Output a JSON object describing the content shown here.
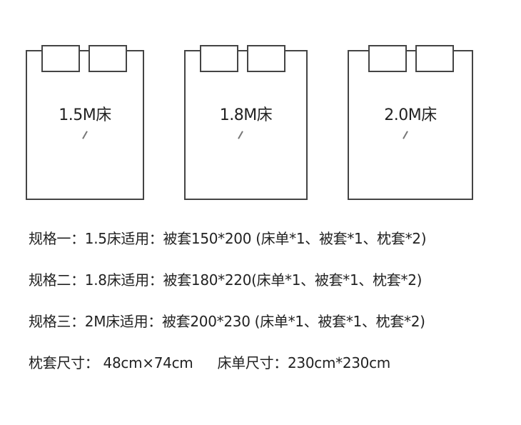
{
  "beds": [
    {
      "label": "1.5M床"
    },
    {
      "label": "1.8M床"
    },
    {
      "label": "2.0M床"
    }
  ],
  "specs": [
    "规格一：1.5床适用：被套150*200 (床单*1、被套*1、枕套*2)",
    "规格二：1.8床适用：被套180*220(床单*1、被套*1、枕套*2)",
    "规格三：2M床适用：被套200*230 (床单*1、被套*1、枕套*2)"
  ],
  "sizes": {
    "pillowcase": "枕套尺寸：  48cm×74cm",
    "bedsheet": "床单尺寸：230cm*230cm"
  }
}
